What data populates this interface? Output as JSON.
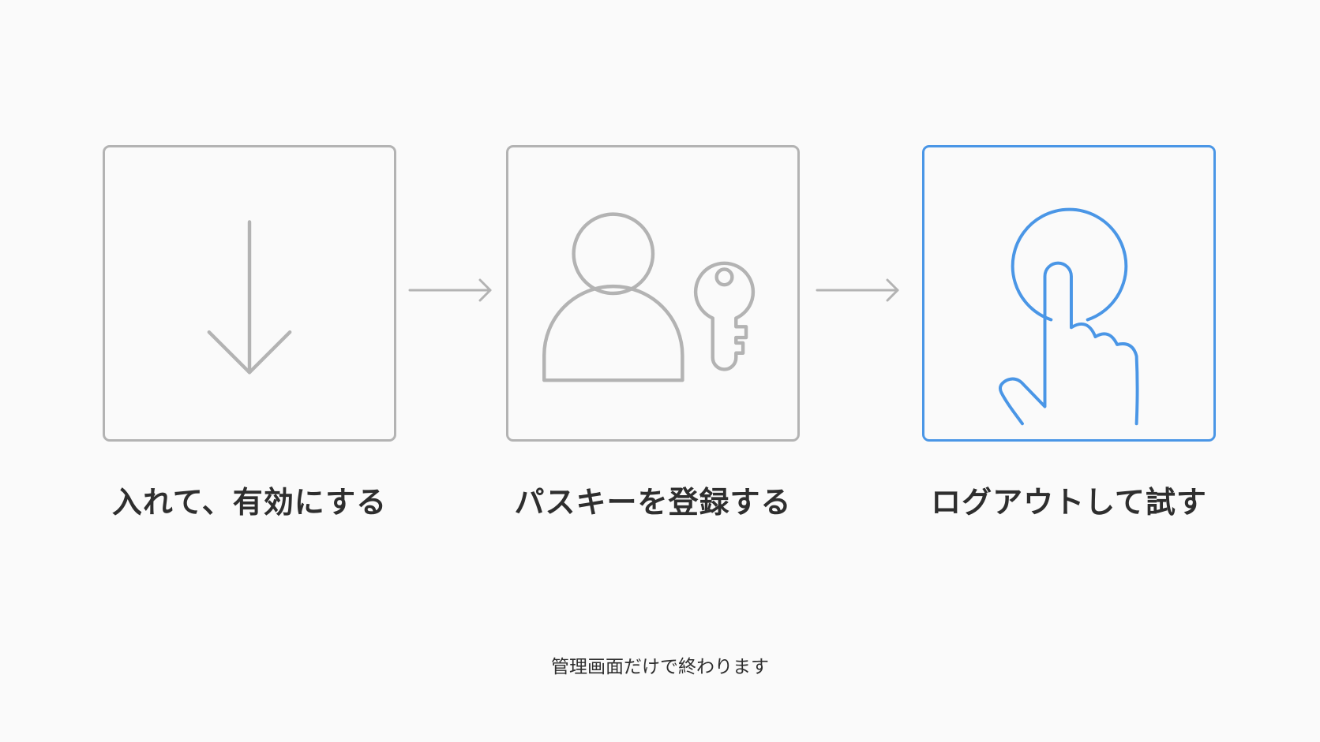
{
  "colors": {
    "background": "#fafafa",
    "inactive_stroke": "#b3b3b3",
    "active_stroke": "#4a96e6",
    "text": "#2e2e2e"
  },
  "steps": [
    {
      "label": "入れて、有効にする",
      "icon": "download-arrow-icon",
      "active": false
    },
    {
      "label": "パスキーを登録する",
      "icon": "user-key-icon",
      "active": false
    },
    {
      "label": "ログアウトして試す",
      "icon": "tap-gesture-icon",
      "active": true
    }
  ],
  "connectors": [
    "arrow-right-icon",
    "arrow-right-icon"
  ],
  "footer": {
    "note": "管理画面だけで終わります"
  }
}
